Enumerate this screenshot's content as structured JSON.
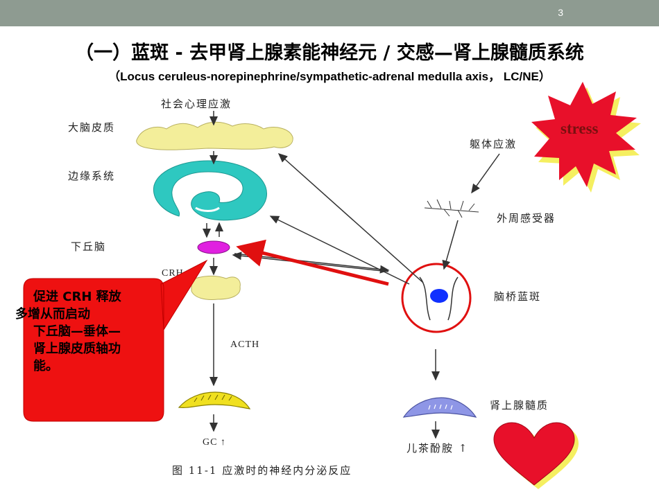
{
  "slide": {
    "number": "3"
  },
  "title": "（一）蓝斑 - 去甲肾上腺素能神经元 / 交感—肾上腺髓质系统",
  "subtitle": "（Locus ceruleus-norepinephrine/sympathetic-adrenal medulla axis， LC/NE）",
  "diagram": {
    "labels": {
      "social_stress": "社会心理应激",
      "cortex": "大脑皮质",
      "limbic": "边缘系统",
      "hypothalamus": "下丘脑",
      "crh": "CRH",
      "acth": "ACTH",
      "gc": "GC ↑",
      "somatic_stress": "躯体应激",
      "peripheral_receptor": "外周感受器",
      "locus_ceruleus": "脑桥蓝斑",
      "adrenal_medulla": "肾上腺髓质",
      "catecholamine": "儿茶酚胺 ↑",
      "caption": "图 11-1    应激时的神经内分泌反应"
    }
  },
  "callout": {
    "lines": [
      "促进 CRH 释放",
      "多增从而启动",
      "下丘脑—垂体—",
      "肾上腺皮质轴功",
      "能。"
    ]
  },
  "stress_burst": {
    "text": "stress"
  },
  "colors": {
    "topbar": "#8e9b91",
    "callout": "#ee1111",
    "arrow": "#e01010",
    "burst": "#e8102a",
    "burst_shadow": "#f5ef60",
    "heart": "#e8102a",
    "cortex": "#f3ee9a",
    "limbic": "#2ec8c0",
    "hypothalamus": "#e020e0",
    "lc_dot": "#1030ff",
    "adrenal_medulla": "#8e96e6",
    "adrenal_cortex": "#f0e020"
  }
}
